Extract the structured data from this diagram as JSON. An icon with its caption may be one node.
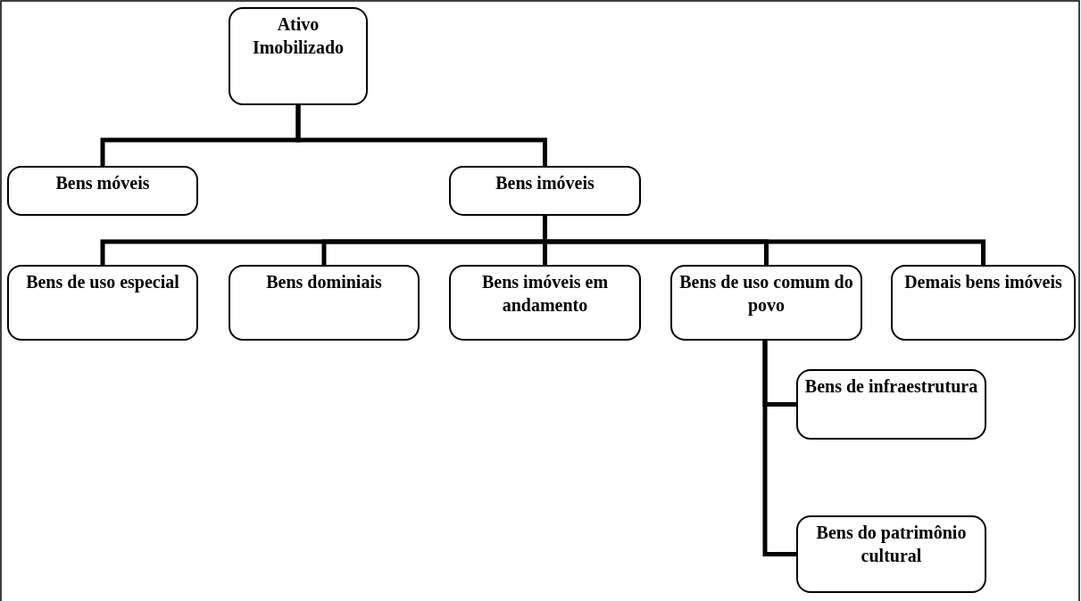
{
  "diagram": {
    "nodes": [
      {
        "text": [
          "Ativo Imobilizado"
        ]
      },
      {
        "text": [
          "Bens móveis"
        ]
      },
      {
        "text": [
          "Bens imóveis"
        ]
      },
      {
        "text": [
          "Bens de uso especial"
        ]
      },
      {
        "text": [
          "Bens dominiais"
        ]
      },
      {
        "text": [
          "Bens imóveis em andamento"
        ]
      },
      {
        "text": [
          "Bens de uso comum do povo"
        ]
      },
      {
        "text": [
          "Demais bens imóveis"
        ]
      },
      {
        "text": [
          "Bens de infraestrutura"
        ]
      },
      {
        "text": [
          "Bens do patrimônio cultural"
        ]
      }
    ],
    "edges": [
      {
        "from": 0,
        "to": 1,
        "arrow": "none"
      },
      {
        "from": 0,
        "to": 2,
        "arrow": "none"
      },
      {
        "from": 2,
        "to": 3,
        "arrow": "none"
      },
      {
        "from": 2,
        "to": 4,
        "arrow": "none"
      },
      {
        "from": 2,
        "to": 5,
        "arrow": "none"
      },
      {
        "from": 2,
        "to": 6,
        "arrow": "none"
      },
      {
        "from": 2,
        "to": 7,
        "arrow": "none"
      },
      {
        "from": 6,
        "to": 8,
        "arrow": "none"
      },
      {
        "from": 6,
        "to": 9,
        "arrow": "none"
      }
    ]
  }
}
